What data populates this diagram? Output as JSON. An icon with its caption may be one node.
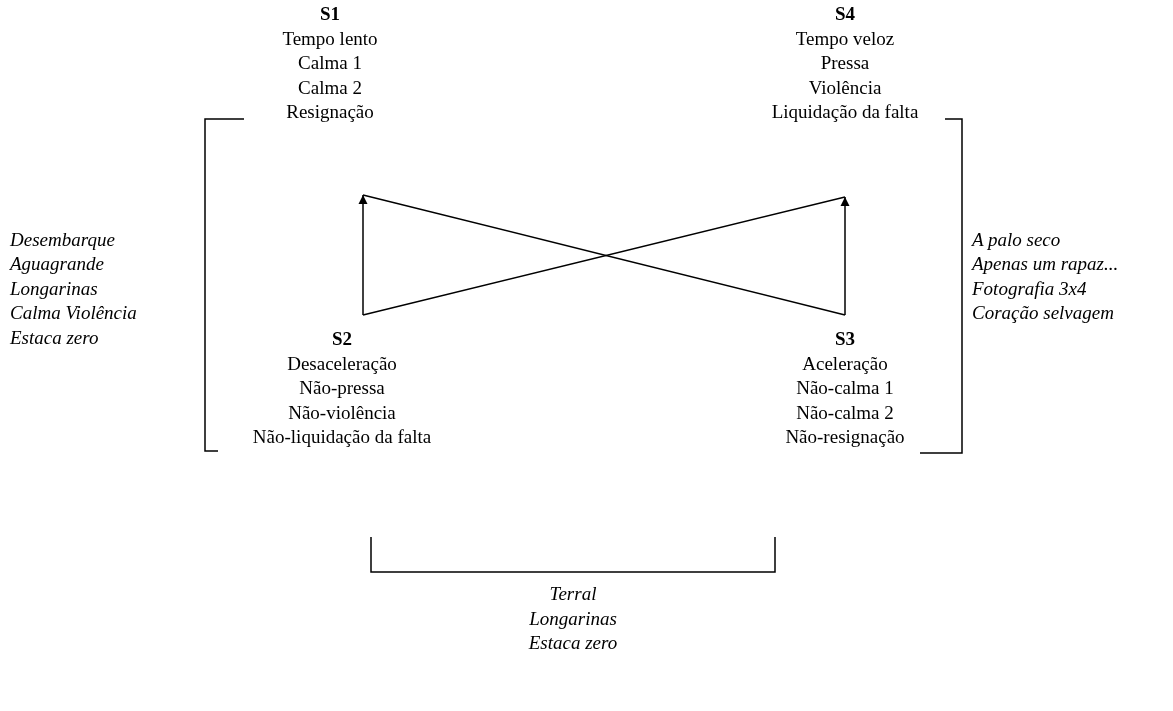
{
  "diagram": {
    "nodes": [
      {
        "text": [
          "S1",
          "Tempo lento",
          "Calma 1",
          "Calma 2",
          "Resignação"
        ]
      },
      {
        "text": [
          "S4",
          "Tempo veloz",
          "Pressa",
          "Violência",
          "Liquidação da falta"
        ]
      },
      {
        "text": [
          "S2",
          "Desaceleração",
          "Não-pressa",
          "Não-violência",
          "Não-liquidação da falta"
        ]
      },
      {
        "text": [
          "S3",
          "Aceleração",
          "Não-calma 1",
          "Não-calma 2",
          "Não-resignação"
        ]
      }
    ],
    "edges": [
      {
        "from": 2,
        "to": 0,
        "arrow": "to"
      },
      {
        "from": 3,
        "to": 1,
        "arrow": "to"
      },
      {
        "from": 0,
        "to": 3,
        "arrow": "none"
      },
      {
        "from": 1,
        "to": 2,
        "arrow": "none"
      },
      {
        "from": 0,
        "to": 2,
        "arrow": "none"
      },
      {
        "from": 1,
        "to": 3,
        "arrow": "none"
      },
      {
        "from": 2,
        "to": 3,
        "arrow": "none"
      }
    ],
    "labels": [
      "Desembarque",
      "Aguagrande",
      "Longarinas",
      "Calma Violência",
      "Estaca zero",
      "A palo seco",
      "Apenas um rapaz...",
      "Fotografia 3x4",
      "Coração selvagem",
      "Terral",
      "Longarinas",
      "Estaca zero"
    ]
  }
}
